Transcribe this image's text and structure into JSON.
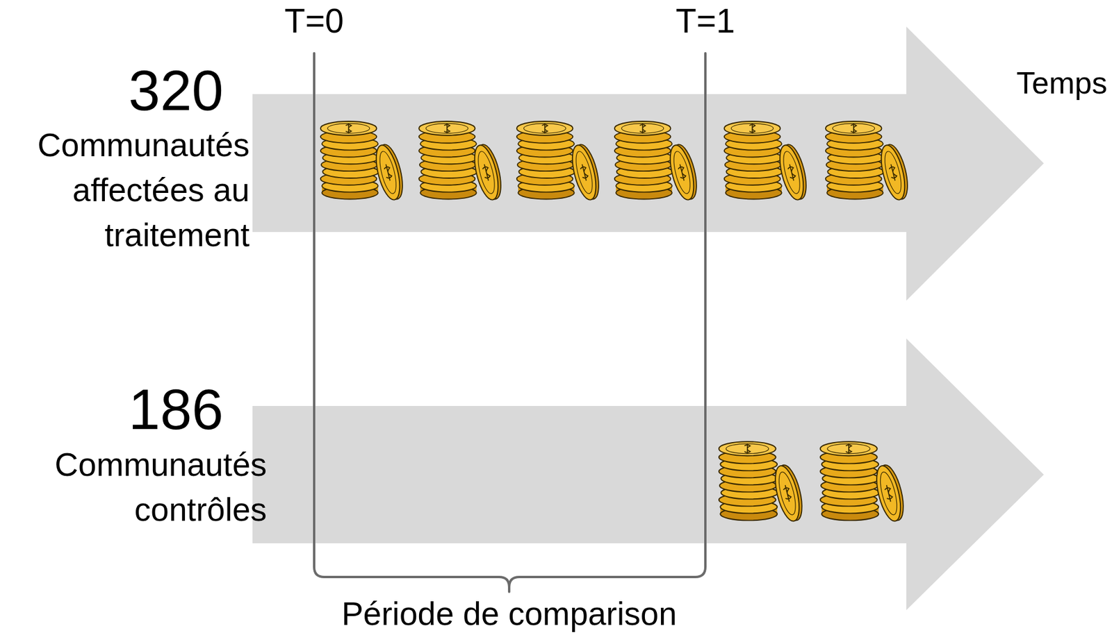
{
  "diagram": {
    "labels": [
      "T=0",
      "T=1",
      "Temps",
      "320",
      "Communautés affectées au traitement",
      "186",
      "Communautés contrôles",
      "Période de comparison"
    ]
  }
}
